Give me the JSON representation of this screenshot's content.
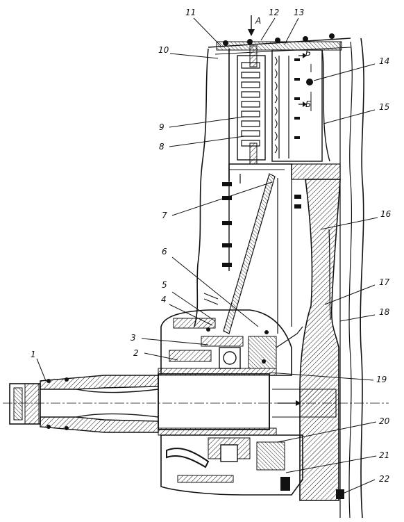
{
  "callouts": [
    "1",
    "2",
    "3",
    "4",
    "5",
    "6",
    "7",
    "8",
    "9",
    "10",
    "11",
    "12",
    "13",
    "14",
    "15",
    "16",
    "17",
    "18",
    "19",
    "20",
    "21",
    "22"
  ],
  "view_marker": "A",
  "section_marks": [
    "Б",
    "Б"
  ],
  "colors": {
    "ink": "#111111",
    "paper": "#ffffff"
  }
}
